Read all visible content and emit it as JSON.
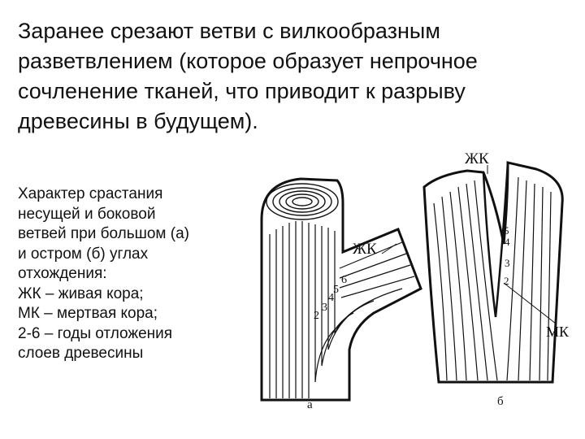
{
  "slide": {
    "headline_lines": [
      "Заранее срезают ветви с вилкообразным",
      "разветвлением (которое образует непрочное",
      "сочленение тканей, что приводит к разрыву",
      "древесины в будущем)."
    ],
    "caption_lines": [
      "Характер срастания",
      "несущей и боковой",
      "ветвей при большом (а)",
      "и остром (б) углах",
      "отхождения:",
      "ЖК – живая кора;",
      "МК – мертвая кора;",
      "2-6 – годы отложения",
      "слоев древесины"
    ]
  },
  "figure": {
    "panel_a": {
      "bark_label": "ЖК",
      "ring_numbers": [
        "2",
        "3",
        "4",
        "5",
        "6"
      ],
      "panel_letter": "а"
    },
    "panel_b": {
      "live_bark_label": "ЖК",
      "dead_bark_label": "МК",
      "ring_numbers": [
        "5",
        "4",
        "3",
        "2"
      ],
      "panel_letter": "б"
    }
  }
}
